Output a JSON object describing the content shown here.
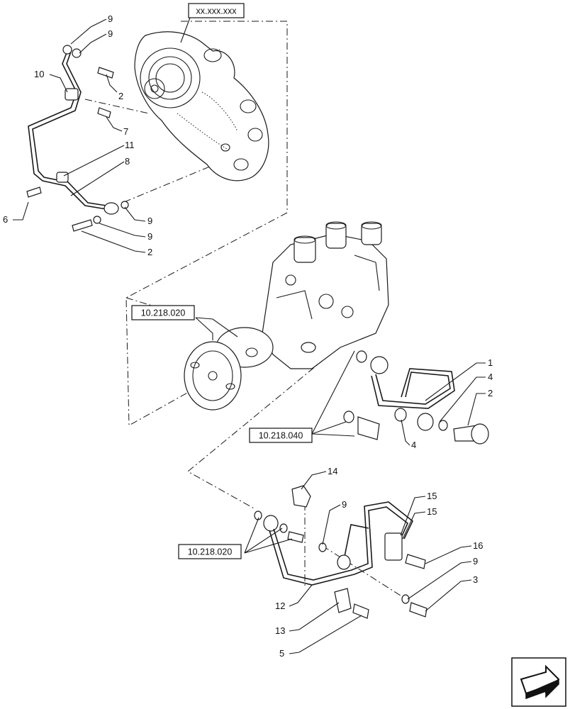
{
  "references": {
    "top": "xx.xxx.xxx",
    "pump_left": "10.218.020",
    "mid_right": "10.218.040",
    "bottom_left": "10.218.020"
  },
  "callouts": {
    "c9a": "9",
    "c9b": "9",
    "c10": "10",
    "c2a": "2",
    "c7": "7",
    "c11": "11",
    "c8": "8",
    "c6": "6",
    "c9c": "9",
    "c9d": "9",
    "c2b": "2",
    "c1": "1",
    "c4a": "4",
    "c2c": "2",
    "c4b": "4",
    "c14": "14",
    "c9e": "9",
    "c15a": "15",
    "c15b": "15",
    "c16": "16",
    "c9f": "9",
    "c3": "3",
    "c12": "12",
    "c13": "13",
    "c5": "5"
  },
  "icons": {
    "corner": "next-page-arrow-icon"
  }
}
